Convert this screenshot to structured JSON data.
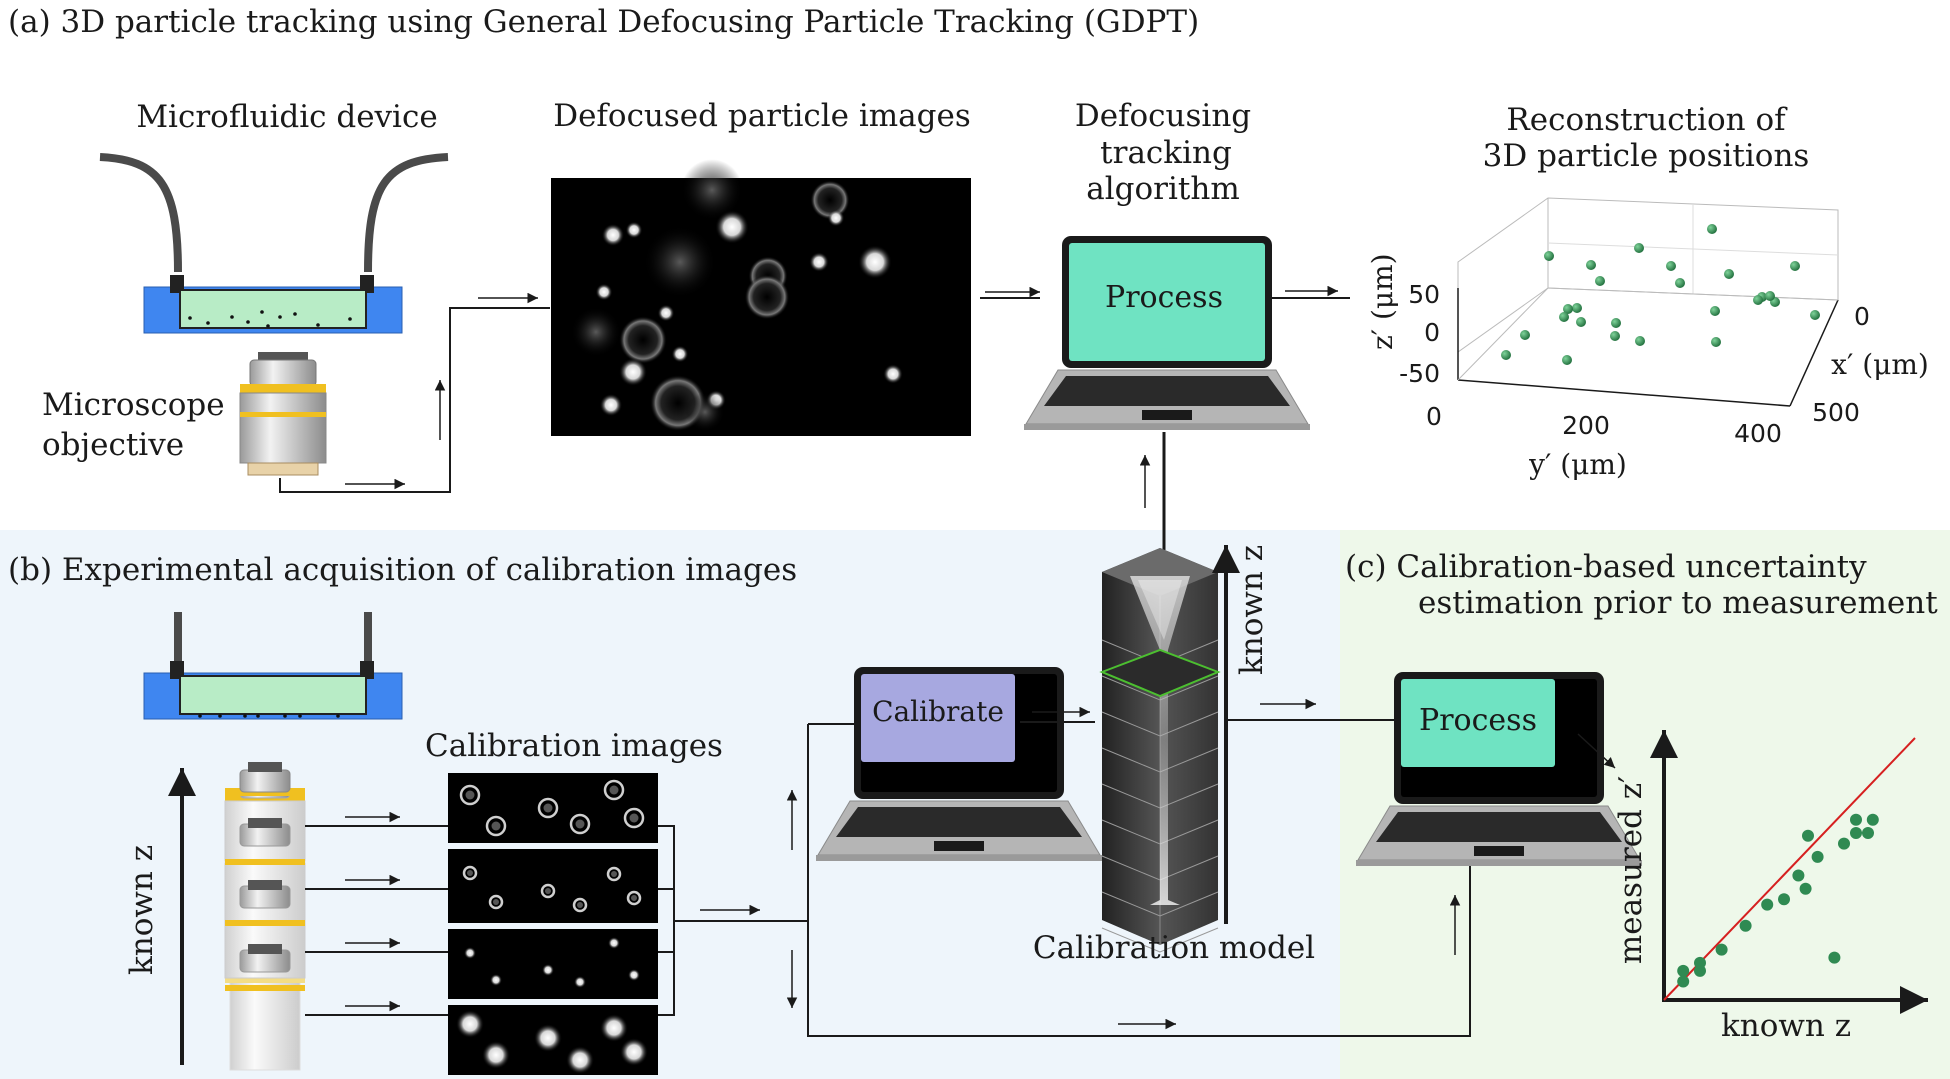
{
  "panel_a": {
    "title": "(a) 3D particle tracking using General Defocusing Particle Tracking (GDPT)",
    "microfluidic_label": "Microfluidic device",
    "objective_label_line1": "Microscope",
    "objective_label_line2": "objective",
    "defocused_label": "Defocused particle images",
    "algorithm_label_line1": "Defocusing",
    "algorithm_label_line2": "tracking",
    "algorithm_label_line3": "algorithm",
    "laptop_label": "Process",
    "reconstruction_label_line1": "Reconstruction of",
    "reconstruction_label_line2": "3D particle positions",
    "plot3d": {
      "zlabel": "z′ (μm)",
      "xlabel": "x′ (μm)",
      "ylabel": "y′ (μm)",
      "z_ticks": [
        "50",
        "0",
        "-50"
      ],
      "x_ticks": [
        "0",
        "500"
      ],
      "y_ticks": [
        "0",
        "200",
        "400"
      ]
    }
  },
  "panel_b": {
    "title": "(b) Experimental acquisition of calibration images",
    "known_z_label": "known z",
    "calibration_images_label": "Calibration images",
    "laptop_label": "Calibrate",
    "model_label": "Calibration model",
    "model_axis_label": "known z"
  },
  "panel_c": {
    "title_line1": "(c) Calibration-based uncertainty",
    "title_line2": "estimation prior to measurement",
    "laptop_label": "Process",
    "ylabel": "measured z′",
    "xlabel": "known z"
  },
  "colors": {
    "screen_process": "#6fe3c2",
    "screen_calibrate": "#a7a8e0",
    "panel_b_bg": "#eef5fb",
    "panel_c_bg": "#eef8ea",
    "particle": "#2f8a52",
    "fit_line": "#d62020",
    "channel_blue": "#3f86f0",
    "channel_fluid": "#b8ecc6"
  },
  "chart_data": {
    "type": "scatter",
    "title": "",
    "xlabel": "known z",
    "ylabel": "measured z′",
    "points": [
      [
        0.08,
        0.07
      ],
      [
        0.08,
        0.11
      ],
      [
        0.15,
        0.11
      ],
      [
        0.15,
        0.14
      ],
      [
        0.24,
        0.19
      ],
      [
        0.34,
        0.28
      ],
      [
        0.43,
        0.36
      ],
      [
        0.5,
        0.38
      ],
      [
        0.56,
        0.47
      ],
      [
        0.59,
        0.42
      ],
      [
        0.6,
        0.62
      ],
      [
        0.64,
        0.54
      ],
      [
        0.71,
        0.16
      ],
      [
        0.75,
        0.59
      ],
      [
        0.8,
        0.63
      ],
      [
        0.85,
        0.63
      ],
      [
        0.87,
        0.68
      ],
      [
        0.8,
        0.68
      ]
    ],
    "fit_line": [
      [
        0,
        0
      ],
      [
        1,
        0.87
      ]
    ]
  }
}
